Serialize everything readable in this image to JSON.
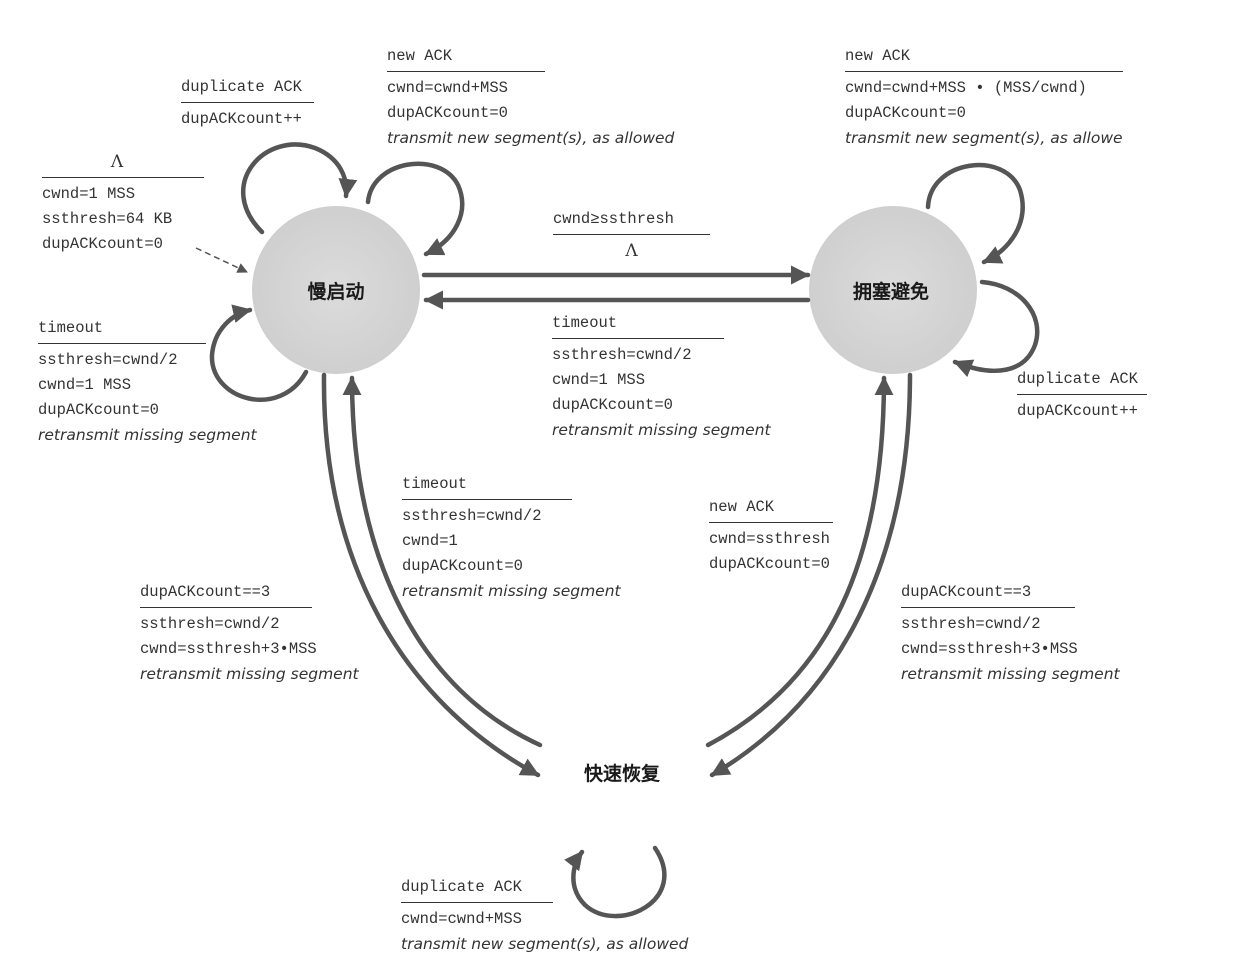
{
  "colors": {
    "state_fill": "#d4d4d4",
    "arrow": "#555555",
    "text": "#333333",
    "title": "#1a1a1a"
  },
  "states": {
    "slow_start": "慢启动",
    "congestion_avoidance": "拥塞避免",
    "fast_recovery": "快速恢复"
  },
  "labels": {
    "ss_dup_ack": {
      "event": "duplicate ACK",
      "actions": [
        "dupACKcount++"
      ]
    },
    "ss_new_ack": {
      "event": "new ACK",
      "actions": [
        "cwnd=cwnd+MSS",
        "dupACKcount=0"
      ],
      "italic": "transmit new segment(s), as allowed"
    },
    "init": {
      "event": "Λ",
      "actions": [
        "cwnd=1 MSS",
        "ssthresh=64 KB",
        "dupACKcount=0"
      ]
    },
    "ss_timeout": {
      "event": "timeout",
      "actions": [
        "ssthresh=cwnd/2",
        "cwnd=1 MSS",
        "dupACKcount=0"
      ],
      "italic": "retransmit missing segment"
    },
    "ss_to_ca": {
      "event": "cwnd≥ssthresh",
      "actions": [
        "Λ"
      ]
    },
    "ca_timeout": {
      "event": "timeout",
      "actions": [
        "ssthresh=cwnd/2",
        "cwnd=1 MSS",
        "dupACKcount=0"
      ],
      "italic": "retransmit missing segment"
    },
    "ca_new_ack": {
      "event": "new ACK",
      "actions": [
        "cwnd=cwnd+MSS • (MSS/cwnd)",
        "dupACKcount=0"
      ],
      "italic": "transmit new segment(s), as allowe"
    },
    "ca_dup_ack": {
      "event": "duplicate ACK",
      "actions": [
        "dupACKcount++"
      ]
    },
    "fr_timeout": {
      "event": "timeout",
      "actions": [
        "ssthresh=cwnd/2",
        "cwnd=1",
        "dupACKcount=0"
      ],
      "italic": "retransmit missing segment"
    },
    "ss_to_fr": {
      "event": "dupACKcount==3",
      "actions": [
        "ssthresh=cwnd/2",
        "cwnd=ssthresh+3•MSS"
      ],
      "italic": "retransmit missing segment"
    },
    "fr_new_ack": {
      "event": "new ACK",
      "actions": [
        "cwnd=ssthresh",
        "dupACKcount=0"
      ]
    },
    "ca_to_fr": {
      "event": "dupACKcount==3",
      "actions": [
        "ssthresh=cwnd/2",
        "cwnd=ssthresh+3•MSS"
      ],
      "italic": "retransmit missing segment"
    },
    "fr_dup_ack": {
      "event": "duplicate ACK",
      "actions": [
        "cwnd=cwnd+MSS"
      ],
      "italic": "transmit new segment(s), as allowed"
    }
  }
}
